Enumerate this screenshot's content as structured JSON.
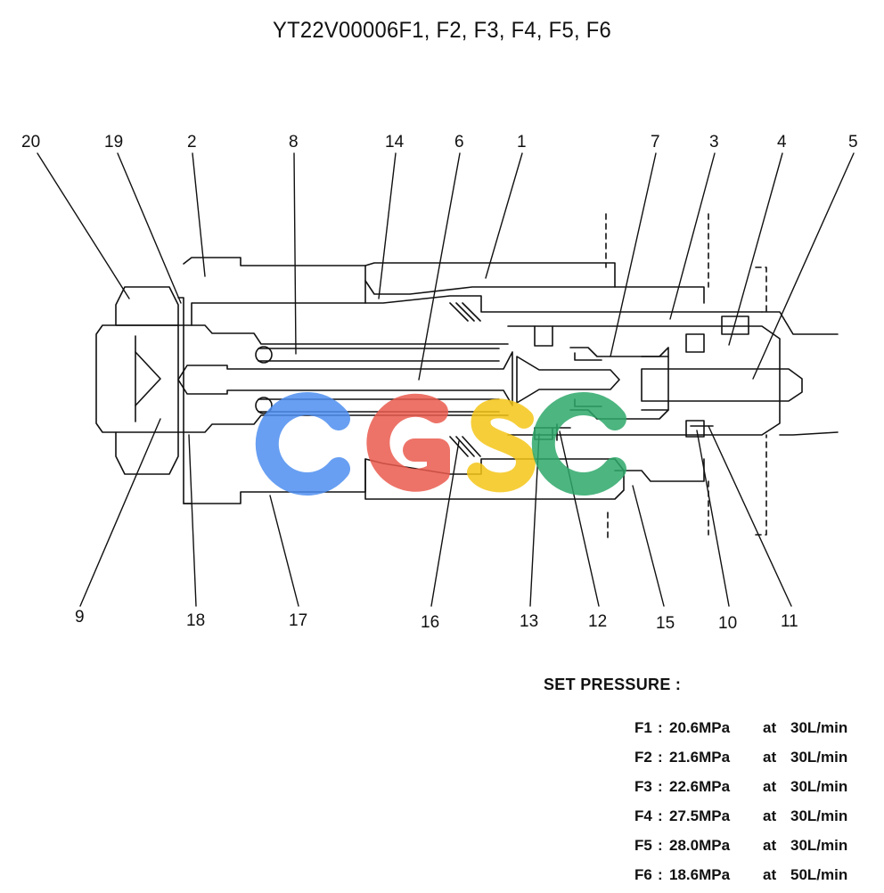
{
  "title": "YT22V00006F1, F2, F3, F4, F5, F6",
  "watermark": {
    "letters": [
      "C",
      "G",
      "S",
      "C"
    ],
    "colors": [
      "#4d8ef0",
      "#ea5a4d",
      "#f5c518",
      "#2ea86a"
    ]
  },
  "part_labels": [
    "20",
    "19",
    "2",
    "8",
    "14",
    "6",
    "1",
    "7",
    "3",
    "4",
    "5",
    "9",
    "18",
    "17",
    "16",
    "13",
    "12",
    "15",
    "10",
    "11"
  ],
  "set_pressure": {
    "heading": "SET PRESSURE :",
    "rows": [
      {
        "id": "F1",
        "pressure": "20.6MPa",
        "at": "at",
        "flow": "30L/min"
      },
      {
        "id": "F2",
        "pressure": "21.6MPa",
        "at": "at",
        "flow": "30L/min"
      },
      {
        "id": "F3",
        "pressure": "22.6MPa",
        "at": "at",
        "flow": "30L/min"
      },
      {
        "id": "F4",
        "pressure": "27.5MPa",
        "at": "at",
        "flow": "30L/min"
      },
      {
        "id": "F5",
        "pressure": "28.0MPa",
        "at": "at",
        "flow": "30L/min"
      },
      {
        "id": "F6",
        "pressure": "18.6MPa",
        "at": "at",
        "flow": "50L/min"
      }
    ],
    "colon": ":"
  }
}
